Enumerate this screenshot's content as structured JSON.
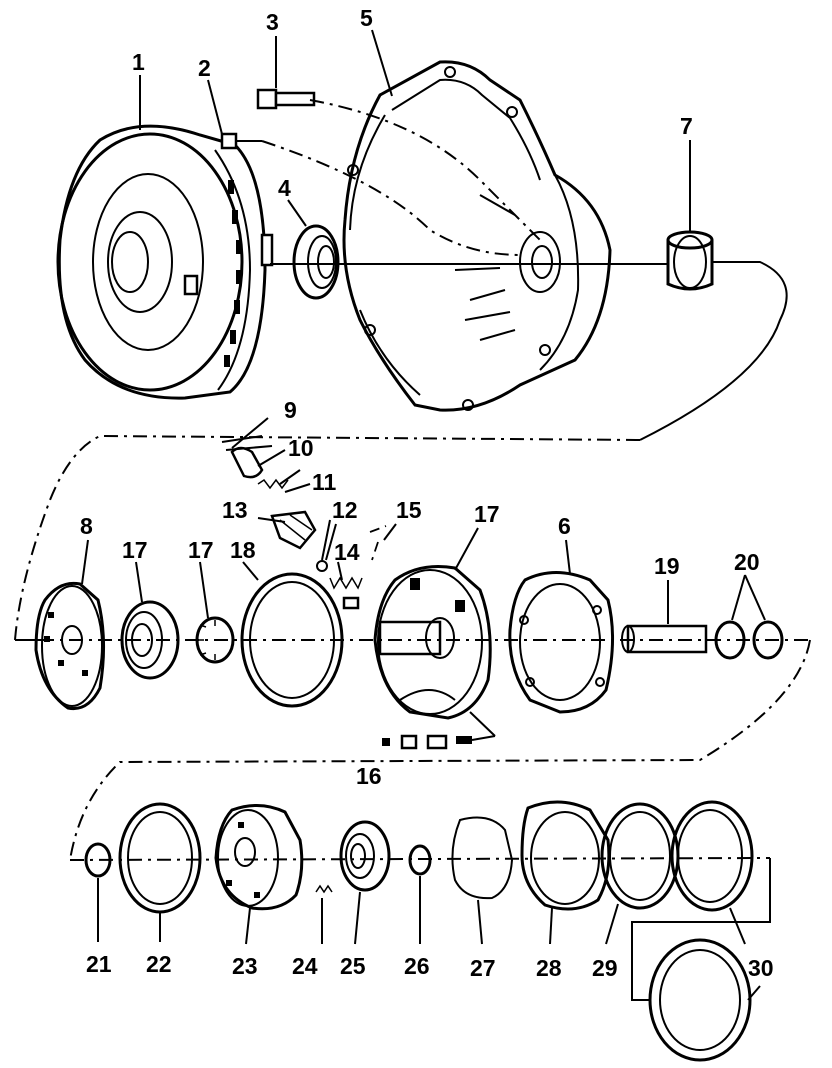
{
  "callouts": [
    {
      "n": "1"
    },
    {
      "n": "2"
    },
    {
      "n": "3"
    },
    {
      "n": "4"
    },
    {
      "n": "5"
    },
    {
      "n": "6"
    },
    {
      "n": "7"
    },
    {
      "n": "8"
    },
    {
      "n": "9"
    },
    {
      "n": "10"
    },
    {
      "n": "11"
    },
    {
      "n": "12"
    },
    {
      "n": "13"
    },
    {
      "n": "14"
    },
    {
      "n": "15"
    },
    {
      "n": "16"
    },
    {
      "n": "17"
    },
    {
      "n": "17"
    },
    {
      "n": "17"
    },
    {
      "n": "18"
    },
    {
      "n": "19"
    },
    {
      "n": "20"
    },
    {
      "n": "21"
    },
    {
      "n": "22"
    },
    {
      "n": "23"
    },
    {
      "n": "24"
    },
    {
      "n": "25"
    },
    {
      "n": "26"
    },
    {
      "n": "27"
    },
    {
      "n": "28"
    },
    {
      "n": "29"
    },
    {
      "n": "30"
    },
    {
      "n": "30"
    }
  ]
}
